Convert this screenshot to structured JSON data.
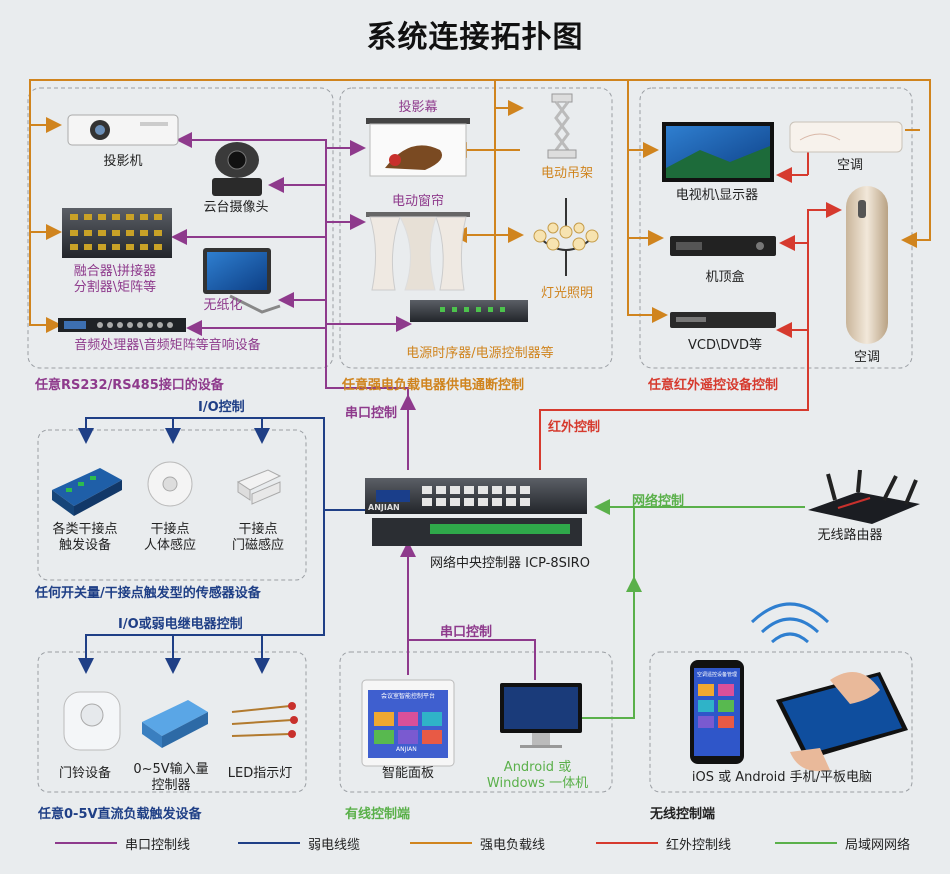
{
  "title": "系统连接拓扑图",
  "groups": {
    "rs232": "任意RS232/RS485接口的设备",
    "power": "任意强电负载电器供电通断控制",
    "ir": "任意红外遥控设备控制",
    "sensor": "任何开关量/干接点触发型的传感器设备",
    "dc05": "任意0-5V直流负载触发设备",
    "wired": "有线控制端",
    "wireless": "无线控制端"
  },
  "devices": {
    "projector": "投影机",
    "ptz_camera": "云台摄像头",
    "fusion_l1": "融合器\\拼接器",
    "fusion_l2": "分割器\\矩阵等",
    "paperless": "无纸化",
    "audio": "音频处理器\\音频矩阵等音响设备",
    "screen": "投影幕",
    "curtain": "电动窗帘",
    "hanger": "电动吊架",
    "lighting": "灯光照明",
    "sequencer": "电源时序器/电源控制器等",
    "tv": "电视机\\显示器",
    "stb": "机顶盒",
    "dvd": "VCD\\DVD等",
    "ac_wall": "空调",
    "ac_floor": "空调",
    "dry_contact_l1": "各类干接点",
    "dry_contact_l2": "触发设备",
    "body_l1": "干接点",
    "body_l2": "人体感应",
    "door_l1": "干接点",
    "door_l2": "门磁感应",
    "controller": "网络中央控制器 ICP-8SIRO",
    "router": "无线路由器",
    "doorbell": "门铃设备",
    "input05_l1": "0~5V输入量",
    "input05_l2": "控制器",
    "led": "LED指示灯",
    "panel": "智能面板",
    "aio_l1": "Android 或",
    "aio_l2": "Windows 一体机",
    "mobile": "iOS 或 Android 手机/平板电脑",
    "controller_brand": "ANJIAN",
    "panel_brand": "ANJIAN",
    "phone_header": "空调遥控设备管理",
    "panel_header": "会议室智能控制平台"
  },
  "line_labels": {
    "io": "I/O控制",
    "serial_top": "串口控制",
    "ir": "红外控制",
    "net": "网络控制",
    "io_relay": "I/O或弱电继电器控制",
    "serial_bottom": "串口控制"
  },
  "legend": [
    {
      "label": "串口控制线",
      "color": "#8e3a8c"
    },
    {
      "label": "弱电线缆",
      "color": "#1f3f86"
    },
    {
      "label": "强电负载线",
      "color": "#d0841e"
    },
    {
      "label": "红外控制线",
      "color": "#d63a2e"
    },
    {
      "label": "局域网网络",
      "color": "#5ab04a"
    }
  ],
  "colors": {
    "serial": "#8e3a8c",
    "weak": "#1f3f86",
    "power": "#d0841e",
    "ir": "#d63a2e",
    "lan": "#5ab04a"
  }
}
